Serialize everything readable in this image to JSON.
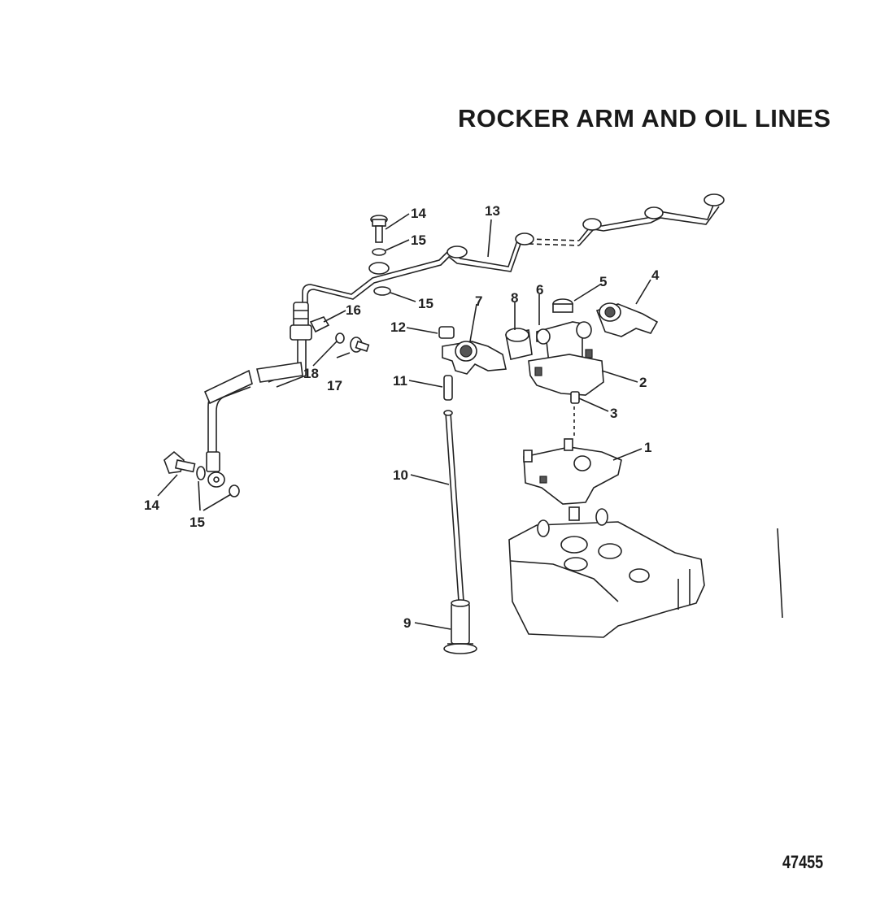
{
  "title": "ROCKER ARM AND OIL LINES",
  "figure_number": "47455",
  "callouts": [
    {
      "id": "c1",
      "label": "1"
    },
    {
      "id": "c2",
      "label": "2"
    },
    {
      "id": "c3",
      "label": "3"
    },
    {
      "id": "c4",
      "label": "4"
    },
    {
      "id": "c5",
      "label": "5"
    },
    {
      "id": "c6",
      "label": "6"
    },
    {
      "id": "c7",
      "label": "7"
    },
    {
      "id": "c8",
      "label": "8"
    },
    {
      "id": "c9",
      "label": "9"
    },
    {
      "id": "c10",
      "label": "10"
    },
    {
      "id": "c11",
      "label": "11"
    },
    {
      "id": "c12",
      "label": "12"
    },
    {
      "id": "c13",
      "label": "13"
    },
    {
      "id": "c14a",
      "label": "14"
    },
    {
      "id": "c14b",
      "label": "14"
    },
    {
      "id": "c15a",
      "label": "15"
    },
    {
      "id": "c15b",
      "label": "15"
    },
    {
      "id": "c15c",
      "label": "15"
    },
    {
      "id": "c16",
      "label": "16"
    },
    {
      "id": "c17",
      "label": "17"
    },
    {
      "id": "c18",
      "label": "18"
    }
  ]
}
